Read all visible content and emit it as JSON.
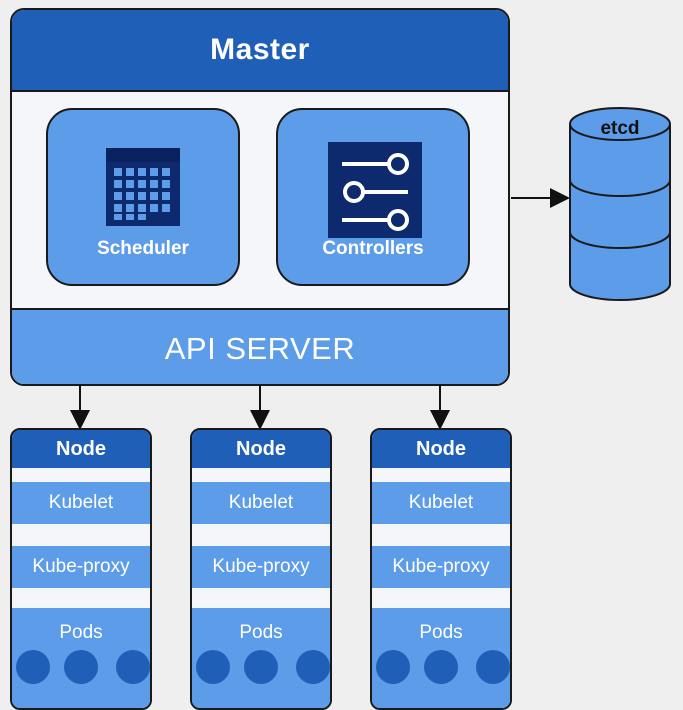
{
  "master": {
    "title": "Master",
    "components": [
      {
        "label": "Scheduler",
        "icon": "calendar-icon"
      },
      {
        "label": "Controllers",
        "icon": "sliders-icon"
      }
    ],
    "api_server": "API SERVER"
  },
  "etcd": {
    "label": "etcd"
  },
  "nodes": [
    {
      "title": "Node",
      "kubelet": "Kubelet",
      "proxy": "Kube-proxy",
      "pods": "Pods",
      "pod_count": 3
    },
    {
      "title": "Node",
      "kubelet": "Kubelet",
      "proxy": "Kube-proxy",
      "pods": "Pods",
      "pod_count": 3
    },
    {
      "title": "Node",
      "kubelet": "Kubelet",
      "proxy": "Kube-proxy",
      "pods": "Pods",
      "pod_count": 3
    }
  ],
  "colors": {
    "dark_blue": "#1f5fb8",
    "mid_blue": "#5d9ce8",
    "navy": "#0d2a6e",
    "background": "#efefef"
  }
}
